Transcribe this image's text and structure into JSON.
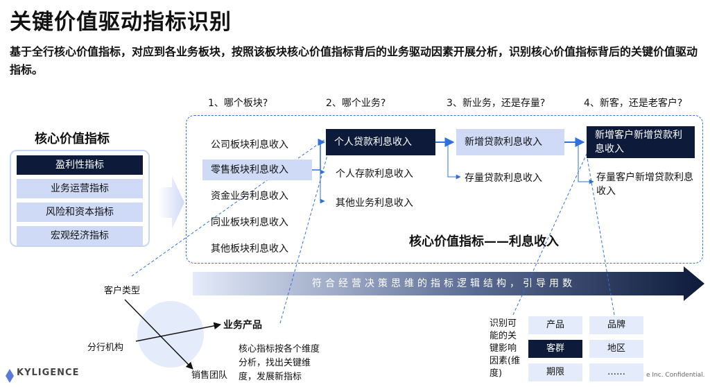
{
  "title": "关键价值驱动指标识别",
  "subtitle": "基于全行核心价值指标，对应到各业务板块，按照该板块核心价值指标背后的业务驱动因素开展分析，识别核心价值指标背后的关键价值驱动指标。",
  "steps": [
    "1、哪个板块?",
    "2、哪个业务?",
    "3、新业务，还是存量?",
    "4、新客，还是老客户?"
  ],
  "core": {
    "label": "核心价值指标",
    "items": [
      "盈利性指标",
      "业务运营指标",
      "风险和资本指标",
      "宏观经济指标"
    ]
  },
  "segments": [
    "公司板块利息收入",
    "零售板块利息收入",
    "资金业务利息收入",
    "同业板块利息收入",
    "其他板块利息收入"
  ],
  "business": [
    "个人贷款利息收入",
    "个人存款利息收入",
    "其他业务利息收入"
  ],
  "loan_type": [
    "新增贷款利息收入",
    "存量贷款利息收入"
  ],
  "customer": [
    "新增客户新增贷款利息收入",
    "存量客户新增贷款利息收入"
  ],
  "box_title": "核心价值指标——利息收入",
  "arrow_text": "符合经营决策思维的指标逻辑结构，引导用数",
  "dimensions": {
    "customer_type": "客户类型",
    "branch": "分行机构",
    "business_product": "业务产品",
    "sales_team": "销售团队"
  },
  "note": "核心指标按各个维度分析，找出关键维度，发展新指标",
  "key_dims": {
    "label": "识别可能的关键影响因素(维度)",
    "tags": [
      "产品",
      "品牌",
      "客群",
      "地区",
      "期限",
      "……"
    ]
  },
  "footer": {
    "logo": "KYLIGENCE",
    "confidential": "e Inc. Confidential."
  },
  "colors": {
    "dark": "#0d1a3a",
    "light": "#cfdaf6",
    "accent": "#2f6fe0"
  }
}
